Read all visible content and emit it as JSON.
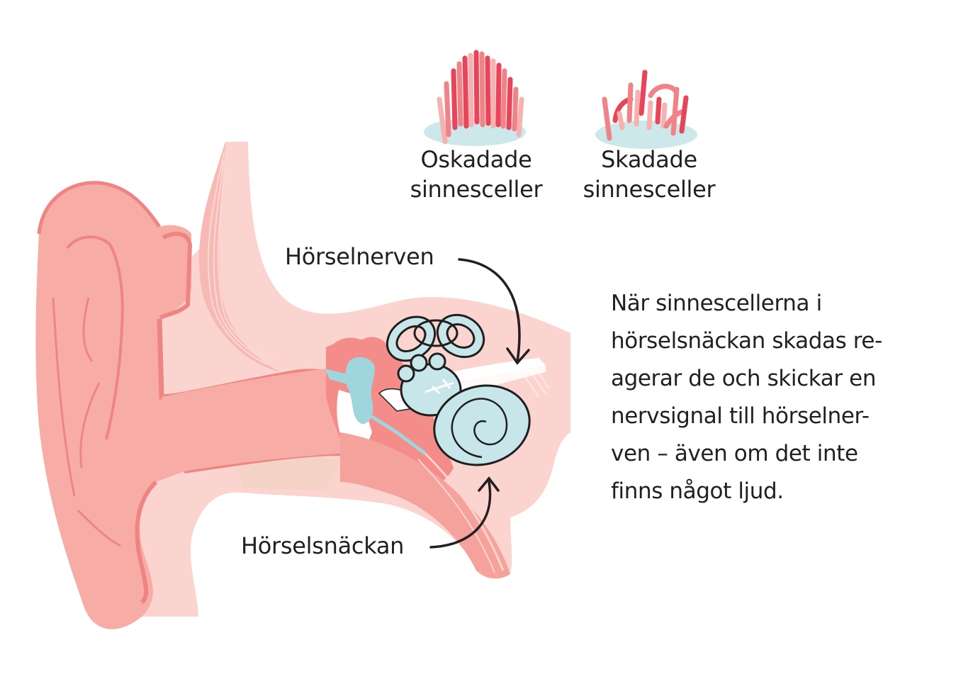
{
  "diagram": {
    "title": "Ear anatomy – hearing nerve and cochlea",
    "colors": {
      "outer_ear": "#f7aca5",
      "outer_ear_line": "#ef8583",
      "tissue_light": "#fbd3cf",
      "tissue_mid": "#f59a95",
      "inner_ear": "#c7e6ea",
      "inner_ear_stroke": "#1f1f1f",
      "hair_dark": "#e8455a",
      "hair_mid": "#f08288",
      "hair_light": "#f7b1b1",
      "cell_base": "#cce8ea",
      "text": "#231f20"
    },
    "hair_cells": [
      {
        "id": "undamaged",
        "label_line1": "Oskadade",
        "label_line2": "sinnesceller"
      },
      {
        "id": "damaged",
        "label_line1": "Skadade",
        "label_line2": "sinnesceller"
      }
    ],
    "callouts": {
      "nerve": "Hörselnerven",
      "cochlea": "Hörselsnäckan"
    },
    "description_lines": [
      "När sinnescellerna i",
      "hörselsnäckan skadas re-",
      "agerar de och skickar en",
      "nervsignal till hörselner-",
      "ven – även om det inte",
      "finns något ljud."
    ]
  }
}
